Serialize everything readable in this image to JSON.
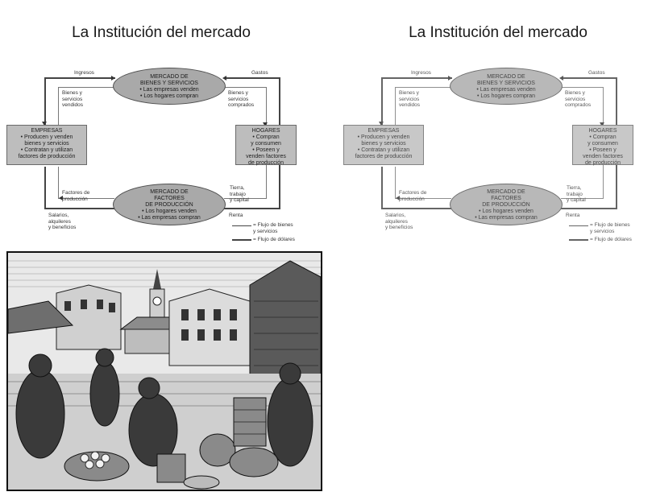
{
  "slides": [
    {
      "title": "La Institución del mercado",
      "top_node": {
        "title": "MERCADO DE\nBIENES Y SERVICIOS",
        "lines": "• Las empresas venden\n• Los hogares compran"
      },
      "bottom_node": {
        "title": "MERCADO DE\nFACTORES\nDE PRODUCCIÓN",
        "lines": "• Los hogares venden\n• Las empresas compran"
      },
      "left_node": {
        "title": "EMPRESAS",
        "lines": "• Producen y venden\nbienes y servicios\n• Contratan y utilizan\nfactores de producción"
      },
      "right_node": {
        "title": "HOGARES",
        "lines": "• Compran\ny consumen\n• Poseen y\nvenden factores\nde producción"
      },
      "labels": {
        "ingresos": "Ingresos",
        "gastos": "Gastos",
        "bienes_vendidos": "Bienes y\nservicios\nvendidos",
        "bienes_comprados": "Bienes y\nservicios\ncomprados",
        "factores": "Factores de\nproducción",
        "tierra": "Tierra,\ntrabajo\ny capital",
        "salarios": "Salarios,\nalquileres\ny beneficios",
        "renta": "Renta",
        "legend_goods": "= Flujo de bienes\ny servicios",
        "legend_money": "= Flujo de dólares"
      }
    },
    {
      "title": "La Institución del mercado",
      "top_node": {
        "title": "MERCADO DE\nBIENES Y SERVICIOS",
        "lines": "• Las empresas venden\n• Los hogares compran"
      },
      "bottom_node": {
        "title": "MERCADO DE\nFACTORES\nDE PRODUCCIÓN",
        "lines": "• Los hogares venden\n• Las empresas compran"
      },
      "left_node": {
        "title": "EMPRESAS",
        "lines": "• Producen y venden\nbienes y servicios\n• Contratan y utilizan\nfactores de producción"
      },
      "right_node": {
        "title": "HOGARES",
        "lines": "• Compran\ny consumen\n• Poseen y\nvenden factores\nde producción"
      },
      "labels": {
        "ingresos": "Ingresos",
        "gastos": "Gastos",
        "bienes_vendidos": "Bienes y\nservicios\nvendidos",
        "bienes_comprados": "Bienes y\nservicios\ncomprados",
        "factores": "Factores de\nproducción",
        "tierra": "Tierra,\ntrabajo\ny capital",
        "salarios": "Salarios,\nalquileres\ny beneficios",
        "renta": "Renta",
        "legend_goods": "= Flujo de bienes\ny servicios",
        "legend_money": "= Flujo de dólares"
      }
    }
  ],
  "colors": {
    "node_fill": "#bdbdbd",
    "ellipse_fill": "#a9a9a9",
    "line": "#444444"
  },
  "engraving": {
    "description_icon": "market-scene-engraving"
  }
}
